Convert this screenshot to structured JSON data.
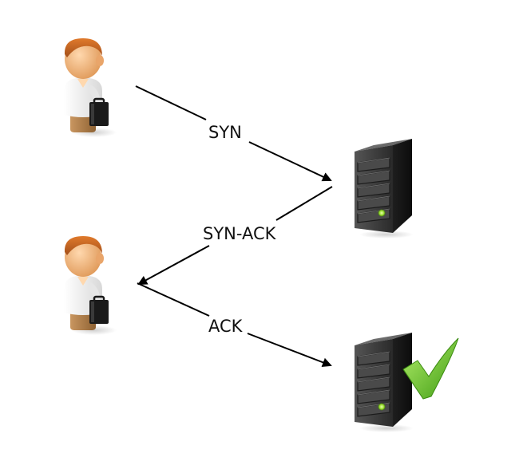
{
  "labels": {
    "syn": "SYN",
    "syn_ack": "SYN-ACK",
    "ack": "ACK"
  },
  "colors": {
    "arrow": "#000000",
    "skin": "#f0b27a",
    "hair": "#c9651f",
    "shirt": "#f4f4f4",
    "pants": "#b8844e",
    "server_body": "#2f2f2f",
    "server_led": "#9be032",
    "check": "#5cc41d"
  },
  "icons": [
    "client-person-icon",
    "server-icon",
    "checkmark-icon"
  ]
}
